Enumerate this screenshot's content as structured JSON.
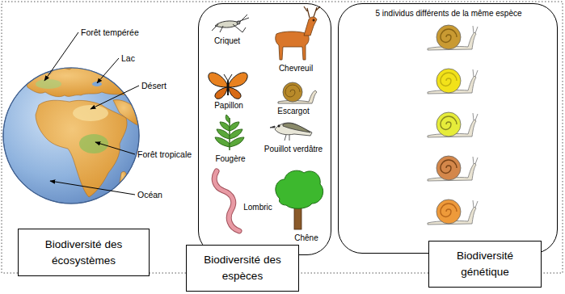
{
  "diagram": {
    "nodes": [
      {
        "text": [
          "Biodiversité des écosystèmes"
        ]
      },
      {
        "text": [
          "Criquet",
          "Chevreuil",
          "Papillon",
          "Escargot",
          "Fougère",
          "Pouillot verdâtre",
          "Lombric",
          "Chêne"
        ]
      },
      {
        "text": [
          "Biodiversité des espèces"
        ]
      },
      {
        "text": [
          "5 individus différents de la même espèce"
        ]
      },
      {
        "text": [
          "Biodiversité génétique"
        ]
      }
    ],
    "labels": [
      "Forêt tempérée",
      "Lac",
      "Désert",
      "Forêt tropicale",
      "Océan"
    ]
  }
}
